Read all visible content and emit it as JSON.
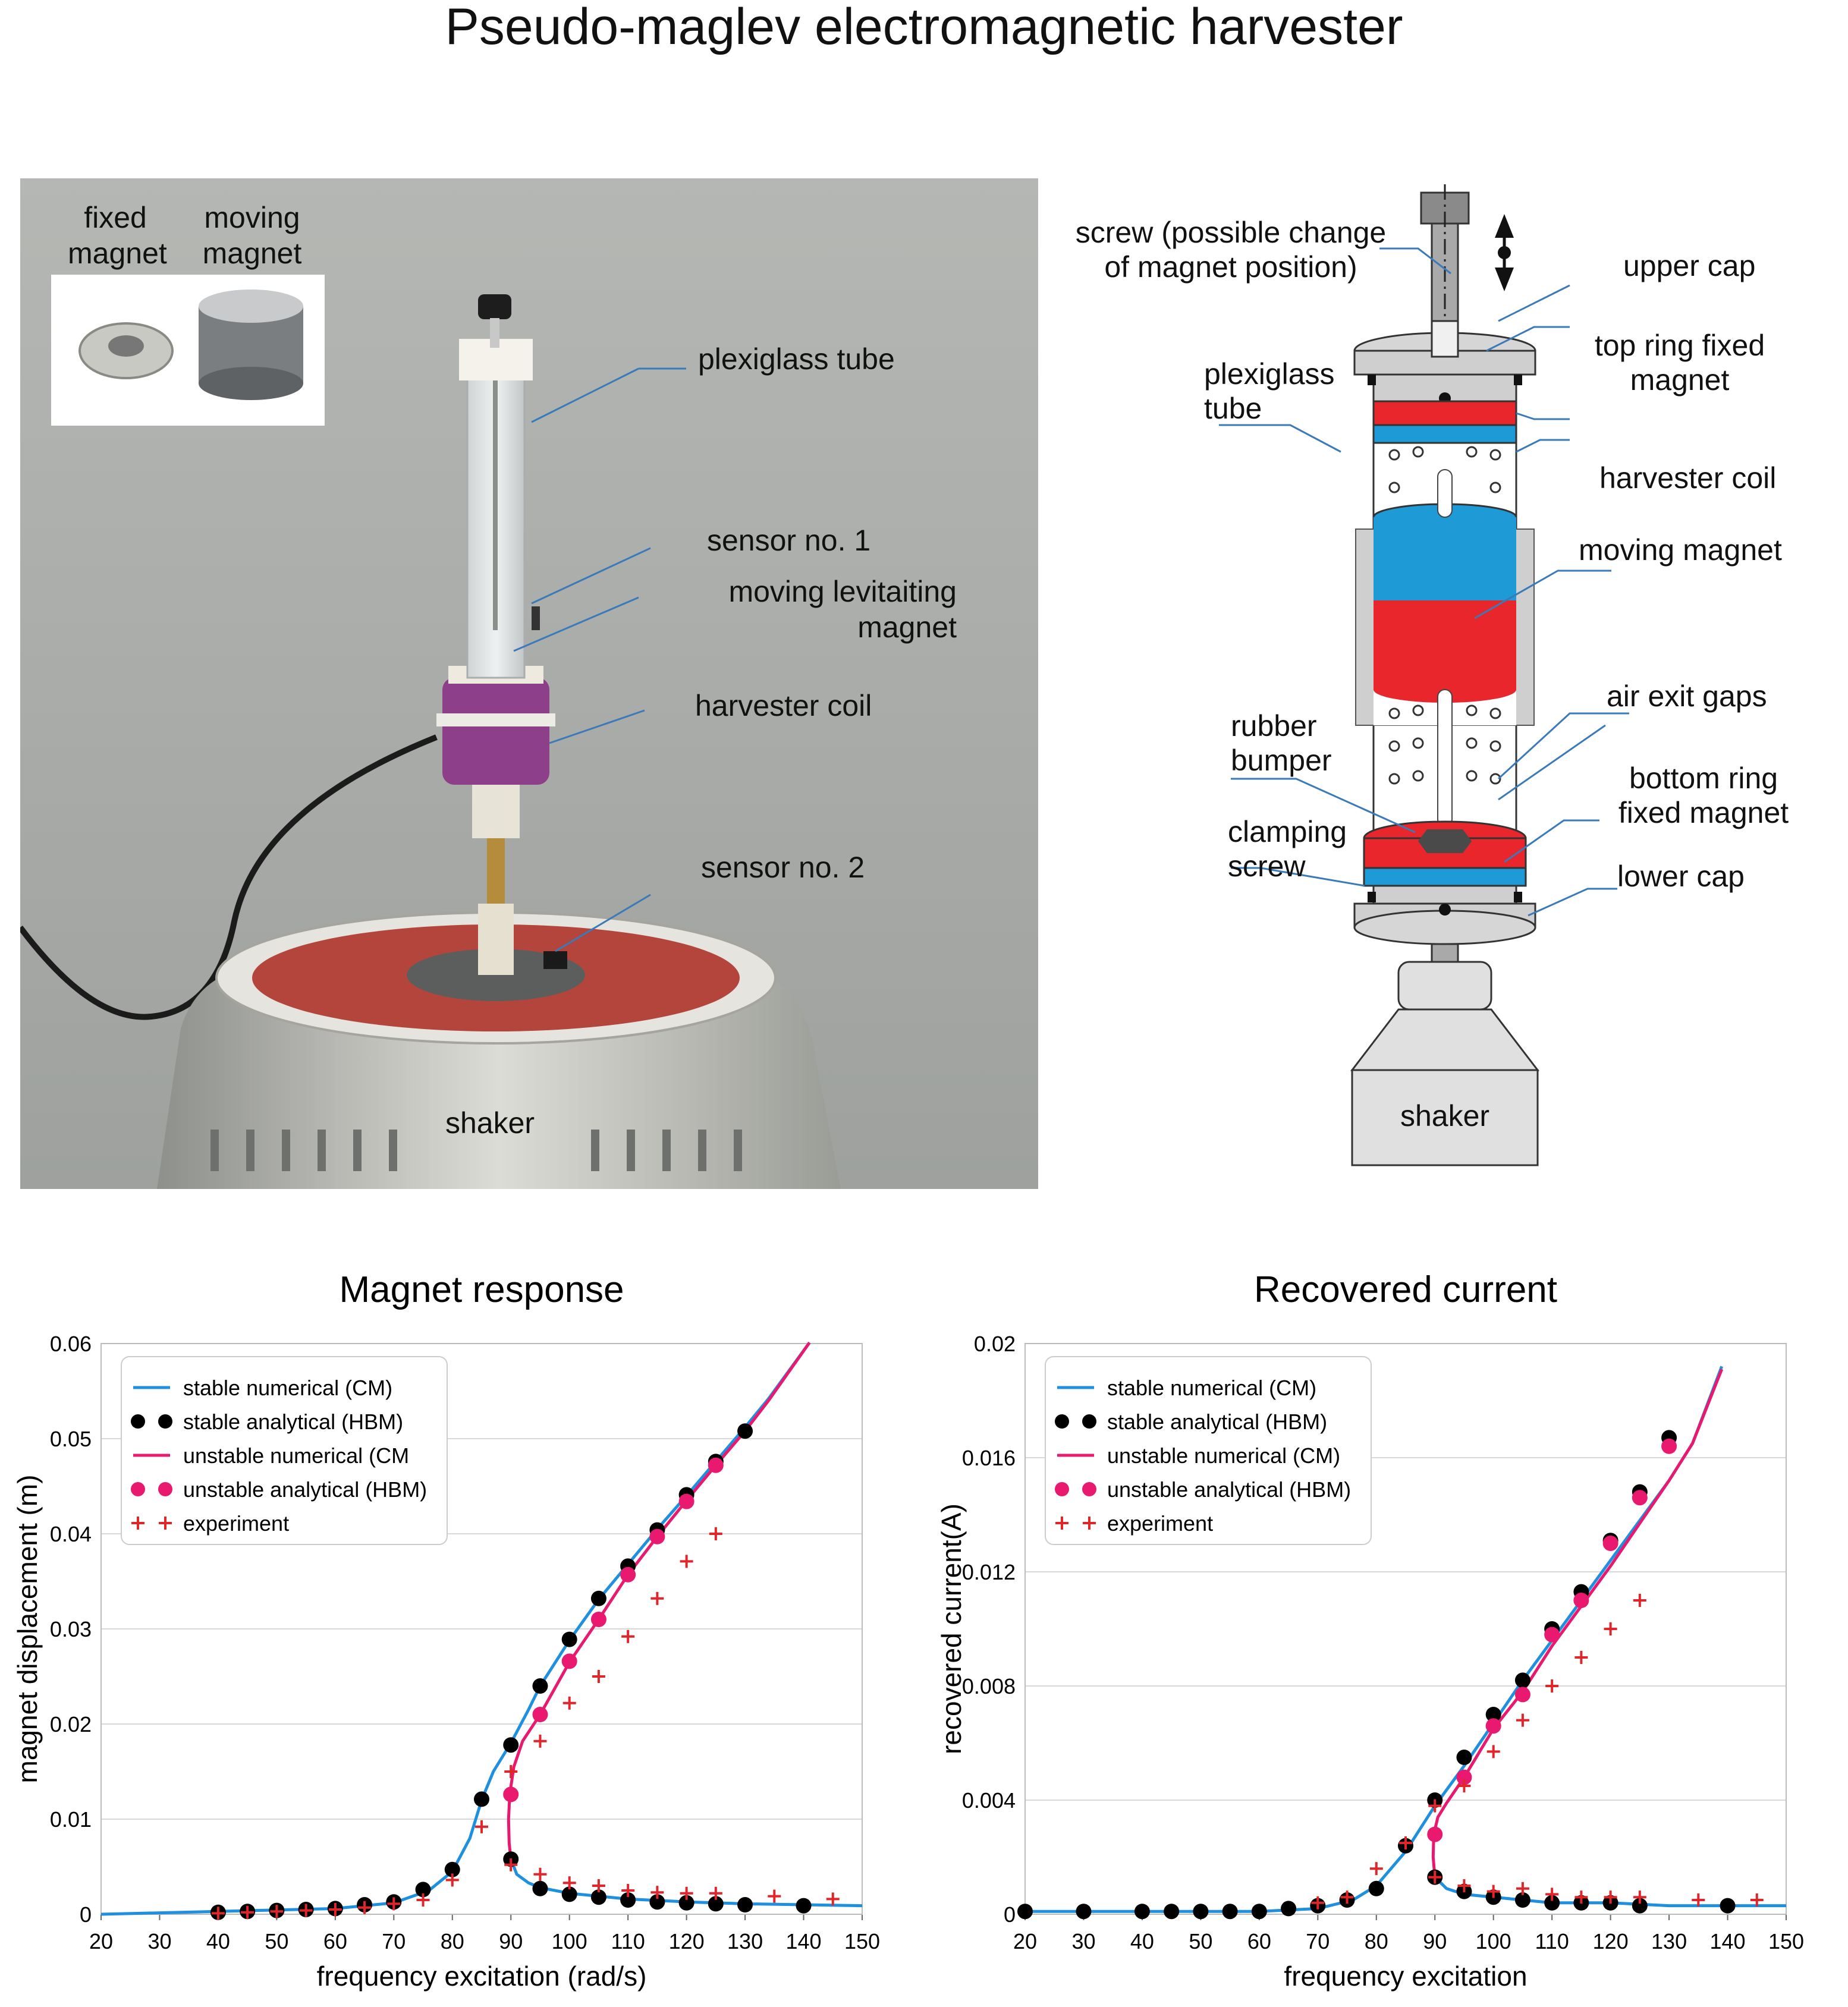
{
  "title": "Pseudo-maglev electromagnetic harvester",
  "photo": {
    "inset_labels": [
      "fixed magnet",
      "moving magnet"
    ],
    "labels": [
      "plexiglass tube",
      "sensor no. 1",
      "moving levitaiting magnet",
      "harvester coil",
      "sensor no. 2",
      "shaker"
    ]
  },
  "diagram": {
    "labels": {
      "screw": "screw (possible change of magnet position)",
      "upper_cap": "upper cap",
      "top_ring": "top ring fixed magnet",
      "plexiglass": "plexiglass tube",
      "coil": "harvester coil",
      "moving_magnet": "moving magnet",
      "air_gaps": "air exit gaps",
      "rubber": "rubber bumper",
      "bottom_ring": "bottom ring fixed magnet",
      "clamping": "clamping screw",
      "lower_cap": "lower cap",
      "shaker": "shaker"
    },
    "colors": {
      "red": "#e8262b",
      "blue": "#1e9ad6",
      "gray": "#cfd0d0"
    }
  },
  "legend": [
    "stable numerical (CM)",
    "stable analytical (HBM)",
    "unstable numerical (CM",
    "unstable analytical (HBM)",
    "experiment"
  ],
  "legend_right": [
    "stable numerical (CM)",
    "stable analytical (HBM)",
    "unstable numerical (CM)",
    "unstable analytical (HBM)",
    "experiment"
  ],
  "colors": {
    "stable": "#1f8fe0",
    "unstable": "#e8196e",
    "analytical_stable": "#000000",
    "experiment": "#e0262b"
  },
  "chart_data": [
    {
      "type": "line",
      "title": "Magnet response",
      "xlabel": "frequency excitation (rad/s)",
      "ylabel": "magnet displacement (m)",
      "xlim": [
        20,
        150
      ],
      "ylim": [
        0,
        0.06
      ],
      "xticks": [
        "20",
        "30",
        "40",
        "50",
        "60",
        "70",
        "80",
        "90",
        "100",
        "110",
        "120",
        "130",
        "140",
        "150"
      ],
      "yticks": [
        "0",
        "0.01",
        "0.02",
        "0.03",
        "0.04",
        "0.05",
        "0.06"
      ],
      "grid": true,
      "legend_position": "top-left",
      "series": [
        {
          "name": "stable numerical (CM)",
          "kind": "line",
          "points": [
            [
              20,
              0
            ],
            [
              40,
              0.0003
            ],
            [
              60,
              0.0006
            ],
            [
              70,
              0.0012
            ],
            [
              76,
              0.0025
            ],
            [
              80,
              0.0045
            ],
            [
              83,
              0.008
            ],
            [
              85,
              0.012
            ],
            [
              87,
              0.015
            ],
            [
              90,
              0.018
            ],
            [
              93,
              0.0215
            ],
            [
              95,
              0.024
            ],
            [
              100,
              0.0288
            ],
            [
              105,
              0.0331
            ],
            [
              110,
              0.0368
            ],
            [
              115,
              0.0405
            ],
            [
              120,
              0.044
            ],
            [
              125,
              0.0476
            ],
            [
              130,
              0.0512
            ],
            [
              134,
              0.0542
            ],
            [
              141,
              0.0601
            ]
          ]
        },
        {
          "name": "stable analytical (HBM)",
          "kind": "dots",
          "points": [
            [
              40,
              0.0002
            ],
            [
              45,
              0.0003
            ],
            [
              50,
              0.0004
            ],
            [
              55,
              0.0005
            ],
            [
              60,
              0.0006
            ],
            [
              65,
              0.001
            ],
            [
              70,
              0.0013
            ],
            [
              75,
              0.0026
            ],
            [
              80,
              0.0047
            ],
            [
              85,
              0.0121
            ],
            [
              90,
              0.0178
            ],
            [
              95,
              0.024
            ],
            [
              100,
              0.0289
            ],
            [
              105,
              0.0332
            ],
            [
              110,
              0.0366
            ],
            [
              115,
              0.0404
            ],
            [
              120,
              0.0441
            ],
            [
              125,
              0.0476
            ],
            [
              130,
              0.0508
            ],
            [
              90,
              0.0058
            ],
            [
              95,
              0.0027
            ],
            [
              100,
              0.0021
            ],
            [
              105,
              0.0018
            ],
            [
              110,
              0.0015
            ],
            [
              115,
              0.0013
            ],
            [
              120,
              0.0012
            ],
            [
              125,
              0.0011
            ],
            [
              130,
              0.001
            ],
            [
              140,
              0.0009
            ]
          ]
        },
        {
          "name": "unstable numerical (CM",
          "kind": "line",
          "points": [
            [
              90,
              0.0058
            ],
            [
              89.7,
              0.0075
            ],
            [
              89.6,
              0.01
            ],
            [
              89.8,
              0.0126
            ],
            [
              90.5,
              0.0155
            ],
            [
              92,
              0.0182
            ],
            [
              95,
              0.021
            ],
            [
              100,
              0.0265
            ],
            [
              105,
              0.031
            ],
            [
              110,
              0.0357
            ],
            [
              115,
              0.0397
            ],
            [
              120,
              0.0435
            ],
            [
              125,
              0.0472
            ],
            [
              130,
              0.0508
            ],
            [
              134,
              0.054
            ],
            [
              141,
              0.0601
            ]
          ]
        },
        {
          "name": "unstable analytical (HBM)",
          "kind": "dots",
          "points": [
            [
              90,
              0.0126
            ],
            [
              95,
              0.021
            ],
            [
              100,
              0.0266
            ],
            [
              105,
              0.031
            ],
            [
              110,
              0.0357
            ],
            [
              115,
              0.0397
            ],
            [
              120,
              0.0434
            ],
            [
              125,
              0.0472
            ]
          ]
        },
        {
          "name": "experiment",
          "kind": "plus",
          "points": [
            [
              40,
              0.0001
            ],
            [
              45,
              0.0002
            ],
            [
              50,
              0.0003
            ],
            [
              55,
              0.0004
            ],
            [
              60,
              0.0005
            ],
            [
              65,
              0.0007
            ],
            [
              70,
              0.0011
            ],
            [
              75,
              0.0015
            ],
            [
              80,
              0.0036
            ],
            [
              85,
              0.0092
            ],
            [
              90,
              0.015
            ],
            [
              95,
              0.0182
            ],
            [
              100,
              0.0222
            ],
            [
              105,
              0.025
            ],
            [
              110,
              0.0292
            ],
            [
              115,
              0.0332
            ],
            [
              120,
              0.0371
            ],
            [
              125,
              0.04
            ],
            [
              90,
              0.0052
            ],
            [
              95,
              0.0042
            ],
            [
              100,
              0.0033
            ],
            [
              105,
              0.003
            ],
            [
              110,
              0.0025
            ],
            [
              115,
              0.0023
            ],
            [
              120,
              0.0022
            ],
            [
              125,
              0.0022
            ],
            [
              135,
              0.0019
            ],
            [
              145,
              0.0016
            ]
          ]
        },
        {
          "name": "",
          "kind": "line-stable",
          "points": [
            [
              90,
              0.0058
            ],
            [
              91,
              0.0042
            ],
            [
              93,
              0.0033
            ],
            [
              95,
              0.0028
            ],
            [
              100,
              0.0022
            ],
            [
              110,
              0.0016
            ],
            [
              120,
              0.0013
            ],
            [
              130,
              0.0011
            ],
            [
              150,
              0.0009
            ]
          ]
        }
      ]
    },
    {
      "type": "line",
      "title": "Recovered current",
      "xlabel": "frequency excitation",
      "ylabel": "recovered current(A)",
      "xlim": [
        20,
        150
      ],
      "ylim": [
        0,
        0.02
      ],
      "xticks": [
        "20",
        "30",
        "40",
        "50",
        "60",
        "70",
        "80",
        "90",
        "100",
        "110",
        "120",
        "130",
        "140",
        "150"
      ],
      "yticks": [
        "0",
        "0.004",
        "0.008",
        "0.012",
        "0.016",
        "0.02"
      ],
      "grid": true,
      "legend_position": "top-left",
      "series": [
        {
          "name": "stable numerical (CM)",
          "kind": "line",
          "points": [
            [
              20,
              0.0001
            ],
            [
              40,
              0.0001
            ],
            [
              60,
              0.0001
            ],
            [
              70,
              0.0002
            ],
            [
              76,
              0.0005
            ],
            [
              80,
              0.001
            ],
            [
              85,
              0.0022
            ],
            [
              90,
              0.0038
            ],
            [
              95,
              0.0052
            ],
            [
              100,
              0.0067
            ],
            [
              105,
              0.0082
            ],
            [
              110,
              0.0096
            ],
            [
              115,
              0.011
            ],
            [
              120,
              0.0124
            ],
            [
              125,
              0.0138
            ],
            [
              130,
              0.0152
            ],
            [
              134,
              0.0165
            ],
            [
              139,
              0.0192
            ]
          ]
        },
        {
          "name": "stable analytical (HBM)",
          "kind": "dots",
          "points": [
            [
              20,
              0.0001
            ],
            [
              30,
              0.0001
            ],
            [
              40,
              0.0001
            ],
            [
              45,
              0.0001
            ],
            [
              50,
              0.0001
            ],
            [
              55,
              0.0001
            ],
            [
              60,
              0.0001
            ],
            [
              65,
              0.0002
            ],
            [
              70,
              0.0003
            ],
            [
              75,
              0.0005
            ],
            [
              80,
              0.0009
            ],
            [
              85,
              0.0024
            ],
            [
              90,
              0.004
            ],
            [
              95,
              0.0055
            ],
            [
              100,
              0.007
            ],
            [
              105,
              0.0082
            ],
            [
              110,
              0.01
            ],
            [
              115,
              0.0113
            ],
            [
              120,
              0.0131
            ],
            [
              125,
              0.0148
            ],
            [
              130,
              0.0167
            ],
            [
              90,
              0.0013
            ],
            [
              95,
              0.0008
            ],
            [
              100,
              0.0006
            ],
            [
              105,
              0.0005
            ],
            [
              110,
              0.0004
            ],
            [
              115,
              0.0004
            ],
            [
              120,
              0.0004
            ],
            [
              125,
              0.0003
            ],
            [
              140,
              0.0003
            ]
          ]
        },
        {
          "name": "unstable numerical (CM)",
          "kind": "line",
          "points": [
            [
              90,
              0.0013
            ],
            [
              89.7,
              0.002
            ],
            [
              89.8,
              0.0028
            ],
            [
              90.5,
              0.0034
            ],
            [
              92,
              0.0039
            ],
            [
              95,
              0.0048
            ],
            [
              100,
              0.0065
            ],
            [
              105,
              0.0078
            ],
            [
              110,
              0.0094
            ],
            [
              115,
              0.0108
            ],
            [
              120,
              0.0122
            ],
            [
              125,
              0.0137
            ],
            [
              130,
              0.0152
            ],
            [
              134,
              0.0165
            ],
            [
              139,
              0.0191
            ]
          ]
        },
        {
          "name": "unstable analytical (HBM)",
          "kind": "dots",
          "points": [
            [
              90,
              0.0028
            ],
            [
              95,
              0.0048
            ],
            [
              100,
              0.0066
            ],
            [
              105,
              0.0077
            ],
            [
              110,
              0.0098
            ],
            [
              115,
              0.011
            ],
            [
              120,
              0.013
            ],
            [
              125,
              0.0146
            ],
            [
              130,
              0.0164
            ]
          ]
        },
        {
          "name": "experiment",
          "kind": "plus",
          "points": [
            [
              70,
              0.0004
            ],
            [
              75,
              0.0006
            ],
            [
              80,
              0.0016
            ],
            [
              85,
              0.0025
            ],
            [
              90,
              0.0038
            ],
            [
              95,
              0.0045
            ],
            [
              100,
              0.0057
            ],
            [
              105,
              0.0068
            ],
            [
              110,
              0.008
            ],
            [
              115,
              0.009
            ],
            [
              120,
              0.01
            ],
            [
              125,
              0.011
            ],
            [
              90,
              0.0013
            ],
            [
              95,
              0.001
            ],
            [
              100,
              0.0008
            ],
            [
              105,
              0.0009
            ],
            [
              110,
              0.0007
            ],
            [
              115,
              0.0006
            ],
            [
              120,
              0.0006
            ],
            [
              125,
              0.0006
            ],
            [
              135,
              0.0005
            ],
            [
              145,
              0.0005
            ]
          ]
        },
        {
          "name": "",
          "kind": "line-stable",
          "points": [
            [
              90,
              0.0013
            ],
            [
              92,
              0.0009
            ],
            [
              95,
              0.0007
            ],
            [
              100,
              0.0006
            ],
            [
              110,
              0.0004
            ],
            [
              120,
              0.0004
            ],
            [
              130,
              0.0003
            ],
            [
              150,
              0.0003
            ]
          ]
        }
      ]
    }
  ]
}
